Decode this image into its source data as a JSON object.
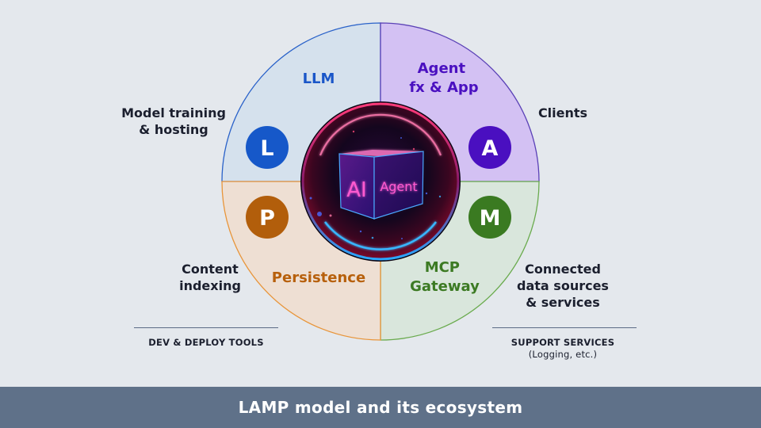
{
  "title": "LAMP model and its ecosystem",
  "quadrants": [
    {
      "id": "llm",
      "letter": "L",
      "lines": [
        "LLM"
      ],
      "fill": "#d5e1ed",
      "border": "#2a62c9",
      "text_color": "#1a56c8",
      "badge_color": "#1658c9"
    },
    {
      "id": "agent",
      "letter": "A",
      "lines": [
        "Agent",
        "fx & App"
      ],
      "fill": "#d3c1f3",
      "border": "#5a41b6",
      "text_color": "#4a10c0",
      "badge_color": "#4a0fc0"
    },
    {
      "id": "mcp",
      "letter": "M",
      "lines": [
        "MCP",
        "Gateway"
      ],
      "fill": "#d9e6dc",
      "border": "#6aab4e",
      "text_color": "#3c7a23",
      "badge_color": "#3a7a21"
    },
    {
      "id": "persistence",
      "letter": "P",
      "lines": [
        "Persistence"
      ],
      "fill": "#eedfd3",
      "border": "#e8953a",
      "text_color": "#b7600c",
      "badge_color": "#b25e0b"
    }
  ],
  "center": {
    "label_left": "AI",
    "label_right": "Agent"
  },
  "side_labels": {
    "top_left": [
      "Model training",
      "& hosting"
    ],
    "top_right": [
      "Clients"
    ],
    "bottom_left": [
      "Content",
      "indexing"
    ],
    "bottom_right": [
      "Connected",
      "data sources",
      "& services"
    ]
  },
  "footer_labels": {
    "left": {
      "title": "DEV & DEPLOY TOOLS"
    },
    "right": {
      "title": "SUPPORT SERVICES",
      "subtitle": "(Logging, etc.)"
    }
  }
}
